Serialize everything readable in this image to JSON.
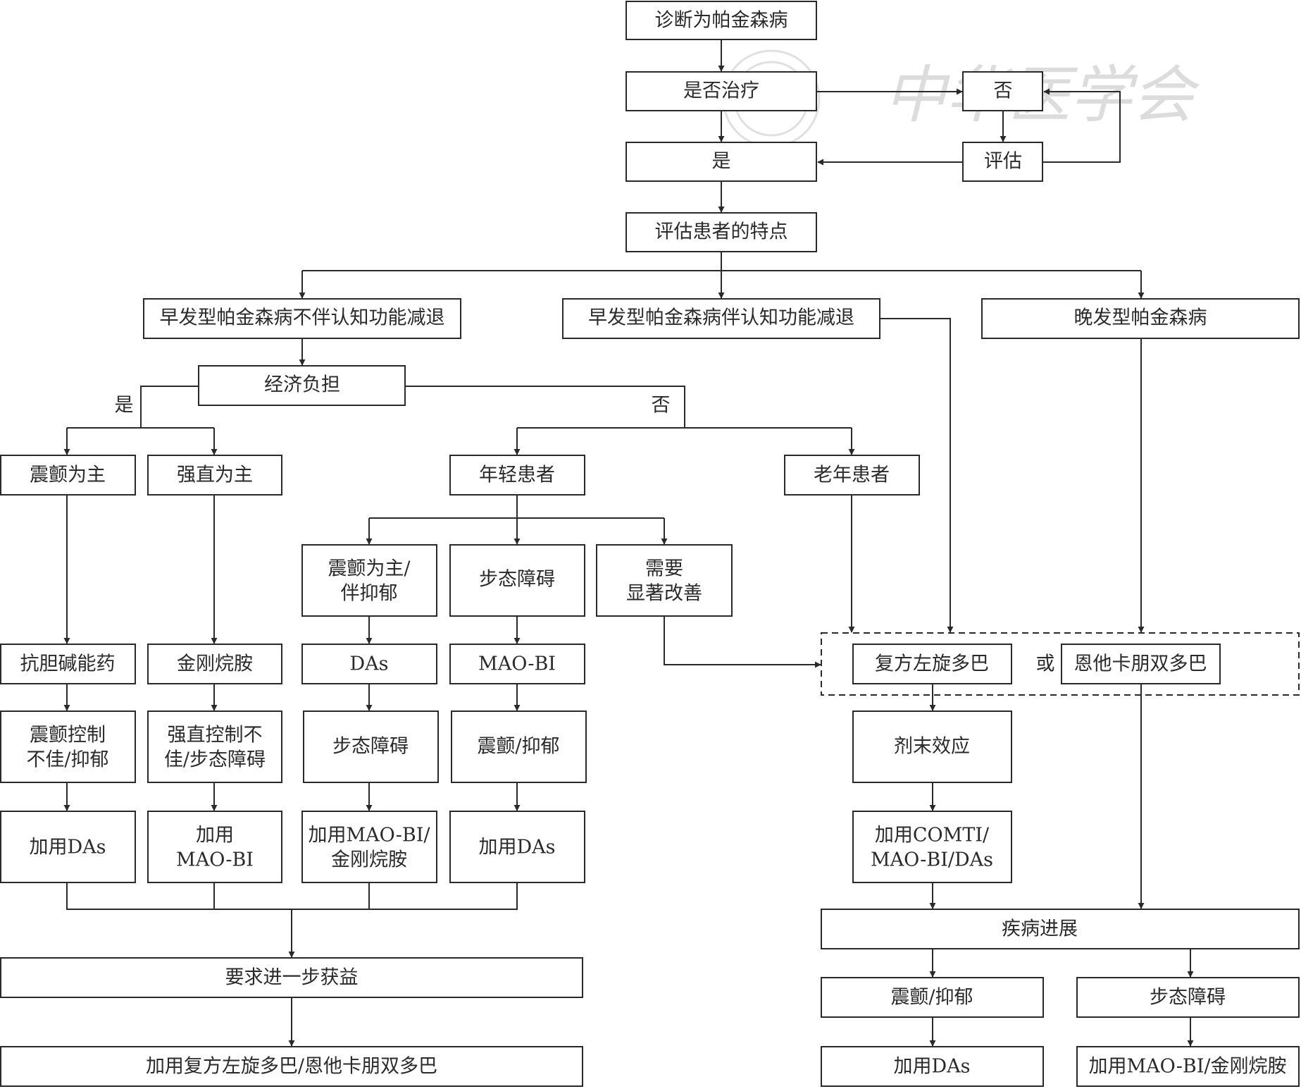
{
  "watermark": {
    "text": "中华医学会"
  },
  "nodes": {
    "diagnosis": "诊断为帕金森病",
    "treat_q": "是否治疗",
    "no": "否",
    "yes": "是",
    "assess": "评估",
    "assess_traits": "评估患者的特点",
    "early_no_cog": "早发型帕金森病不伴认知功能减退",
    "early_cog": "早发型帕金森病伴认知功能减退",
    "late": "晚发型帕金森病",
    "econ": "经济负担",
    "tremor_main": "震颤为主",
    "rigid_main": "强直为主",
    "young": "年轻患者",
    "elderly": "老年患者",
    "tremor_dep": [
      "震颤为主/",
      "伴抑郁"
    ],
    "gait1": "步态障碍",
    "need_improve": [
      "需要",
      "显著改善"
    ],
    "anticholinergic": "抗胆碱能药",
    "amantadine": "金刚烷胺",
    "das": "DAs",
    "maobi": "MAO-BI",
    "tremor_poor": [
      "震颤控制",
      "不佳/抑郁"
    ],
    "rigid_poor": [
      "强直控制不",
      "佳/步态障碍"
    ],
    "gait2": "步态障碍",
    "tremor_dep2": "震颤/抑郁",
    "add_das1": "加用DAs",
    "add_maobi": [
      "加用",
      "MAO-BI"
    ],
    "add_maobi_aman": [
      "加用MAO-BI/",
      "金刚烷胺"
    ],
    "add_das2": "加用DAs",
    "further": "要求进一步获益",
    "add_levodopa": "加用复方左旋多巴/恩他卡朋双多巴",
    "levodopa": "复方左旋多巴",
    "or": "或",
    "stalevo": "恩他卡朋双多巴",
    "wearing_off": "剂末效应",
    "add_comti": [
      "加用COMTI/",
      "MAO-BI/DAs"
    ],
    "progression": "疾病进展",
    "tremor_dep3": "震颤/抑郁",
    "gait3": "步态障碍",
    "add_das3": "加用DAs",
    "add_maobi_aman2": "加用MAO-BI/金刚烷胺"
  },
  "edge_labels": {
    "econ_yes": "是",
    "econ_no": "否"
  }
}
